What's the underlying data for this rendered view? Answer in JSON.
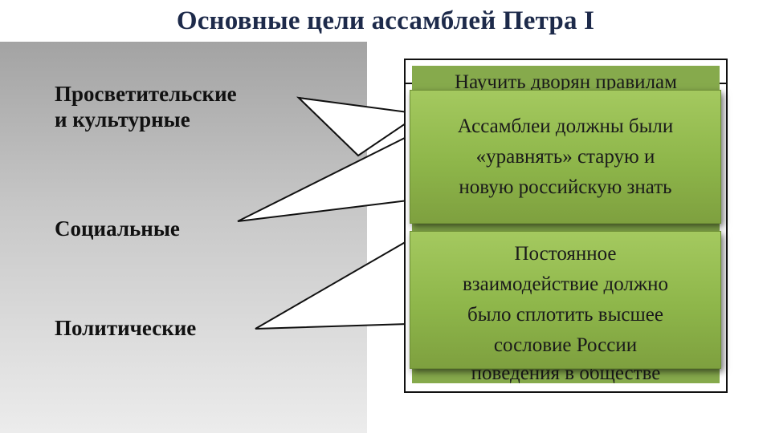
{
  "title": "Основные цели ассамблей Петра I",
  "categories": [
    {
      "label": "Просветительские\nи культурные"
    },
    {
      "label": "Социальные"
    },
    {
      "label": "Политические"
    }
  ],
  "cards": [
    {
      "text": "Ассамблеи должны были\n«уравнять» старую и\nновую российскую знать"
    },
    {
      "text": "Постоянное\nвзаимодействие должно\nбыло сплотить высшее\nсословие России"
    }
  ],
  "hidden_card": {
    "top_partial": "Научить дворян правилам",
    "bottom_partial": "поведения в обществе"
  },
  "colors": {
    "title": "#1d2a4a",
    "card_green": "#8eb64a",
    "panel_gray": "#c9c9c9"
  }
}
